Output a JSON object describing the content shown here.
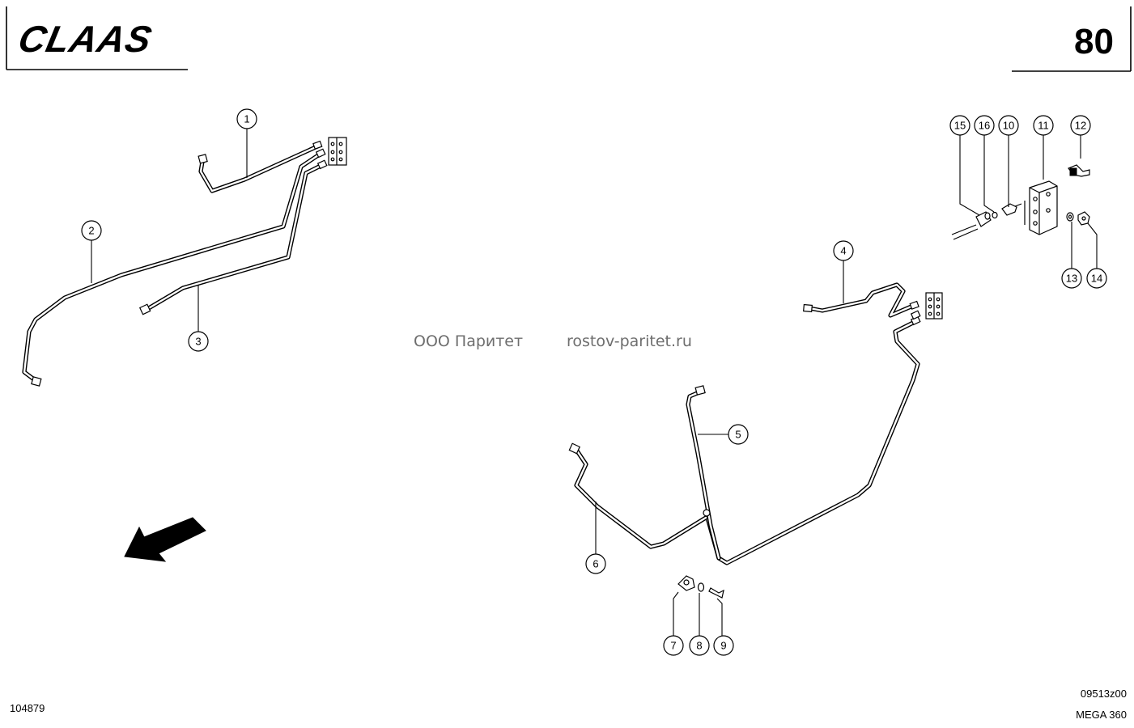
{
  "header": {
    "brand": "CLAAS",
    "page_number": "80"
  },
  "footer": {
    "drawing_number": "104879",
    "figure_code": "09513z00",
    "model": "MEGA 360"
  },
  "watermark": {
    "company": "ООО Паритет",
    "site": "rostov-paritet.ru"
  },
  "callouts": {
    "c1": "1",
    "c2": "2",
    "c3": "3",
    "c4": "4",
    "c5": "5",
    "c6": "6",
    "c7": "7",
    "c8": "8",
    "c9": "9",
    "c10": "10",
    "c11": "11",
    "c12": "12",
    "c13": "13",
    "c14": "14",
    "c15": "15",
    "c16": "16"
  },
  "icons": {
    "direction": "travel-direction-arrow-icon"
  }
}
